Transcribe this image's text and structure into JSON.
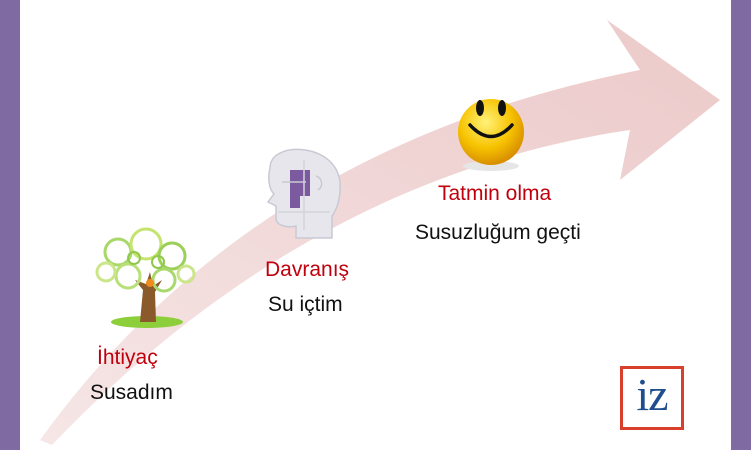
{
  "stages": [
    {
      "title": "İhtiyaç",
      "subtitle": "Susadım",
      "icon": "tree-icon"
    },
    {
      "title": "Davranış",
      "subtitle": "Su içtim",
      "icon": "puzzle-head-icon"
    },
    {
      "title": "Tatmin olma",
      "subtitle": "Susuzluğum geçti",
      "icon": "smiley-icon"
    }
  ],
  "logo": {
    "text": "iz"
  },
  "colors": {
    "arrow": "#eed0d0",
    "title": "#c0000d",
    "frame": "#7f6aa1",
    "logo_border": "#d9402b",
    "logo_text": "#1f4e8f"
  }
}
